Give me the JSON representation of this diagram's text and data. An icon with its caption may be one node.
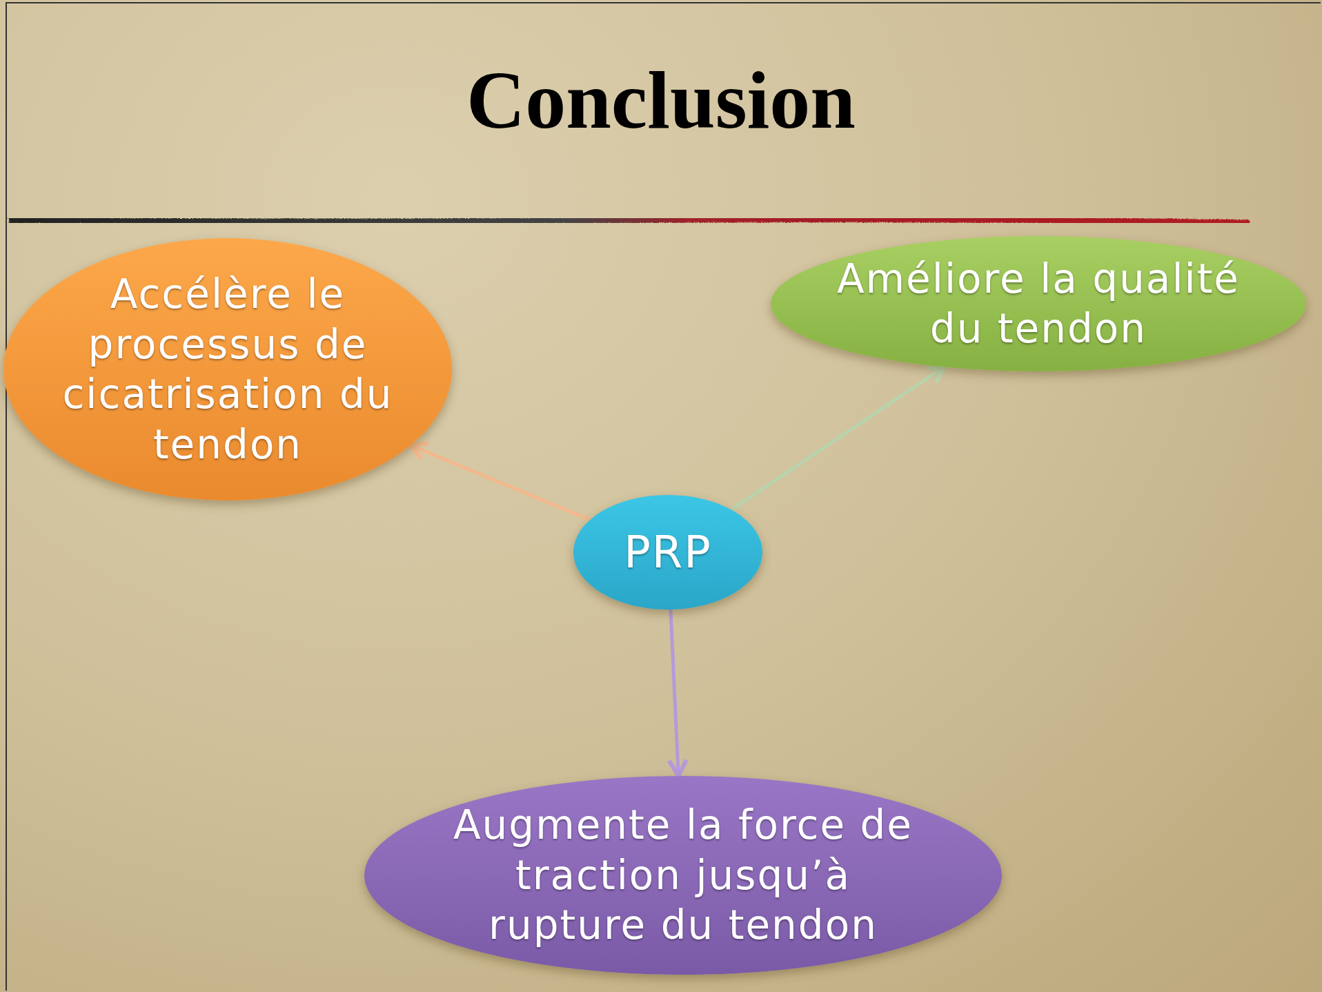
{
  "diagram": {
    "title": "Conclusion",
    "nodes": [
      {
        "text": [
          "Accélère le processus de cicatrisation du tendon"
        ]
      },
      {
        "text": [
          "Améliore la qualité du tendon"
        ]
      },
      {
        "text": [
          "PRP"
        ]
      },
      {
        "text": [
          "Augmente la force de traction jusqu’à rupture du tendon"
        ]
      }
    ],
    "edges": [
      {
        "from": 2,
        "to": 0,
        "arrow": "to",
        "color": "#f2b88c"
      },
      {
        "from": 2,
        "to": 1,
        "arrow": "to",
        "color": "#b9d3ab"
      },
      {
        "from": 2,
        "to": 3,
        "arrow": "to",
        "color": "#b59ad9"
      }
    ]
  }
}
